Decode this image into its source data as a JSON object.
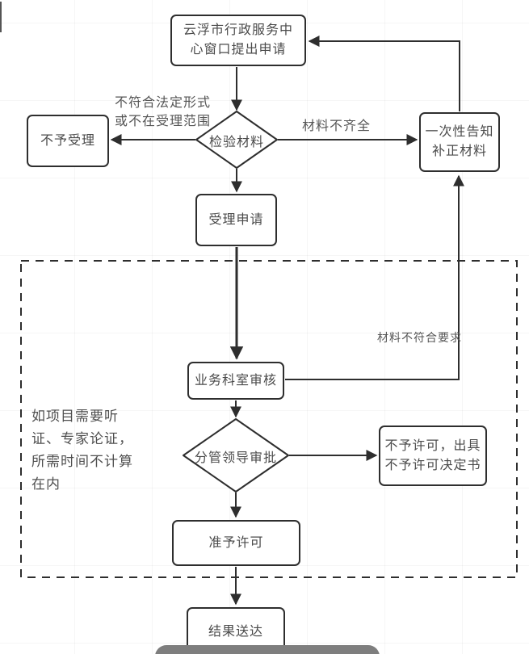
{
  "flowchart": {
    "nodes": {
      "apply": {
        "label": "云浮市行政服务中\n心窗口提出申请"
      },
      "check": {
        "label": "检验材料"
      },
      "reject": {
        "label": "不予受理"
      },
      "notify": {
        "label": "一次性告知\n补正材料"
      },
      "accept": {
        "label": "受理申请"
      },
      "dept": {
        "label": "业务科室审核"
      },
      "leader": {
        "label": "分管领导审批"
      },
      "deny": {
        "label": "不予许可，出具\n不予许可决定书"
      },
      "permit": {
        "label": "准予许可"
      },
      "deliver": {
        "label": "结果送达"
      }
    },
    "edge_labels": {
      "not_legal": "不符合法定形式\n或不在受理范围",
      "incomplete": "材料不齐全",
      "not_meet": "材料不符合要求"
    },
    "note": "如项目需要听\n证、专家论证，\n所需时间不计算\n在内",
    "colors": {
      "line": "#2e2e2e",
      "box_border": "#2e2e2e",
      "text": "#4a4a4a",
      "gray_bar": "#7e7e7e",
      "background": "#ffffff"
    }
  }
}
